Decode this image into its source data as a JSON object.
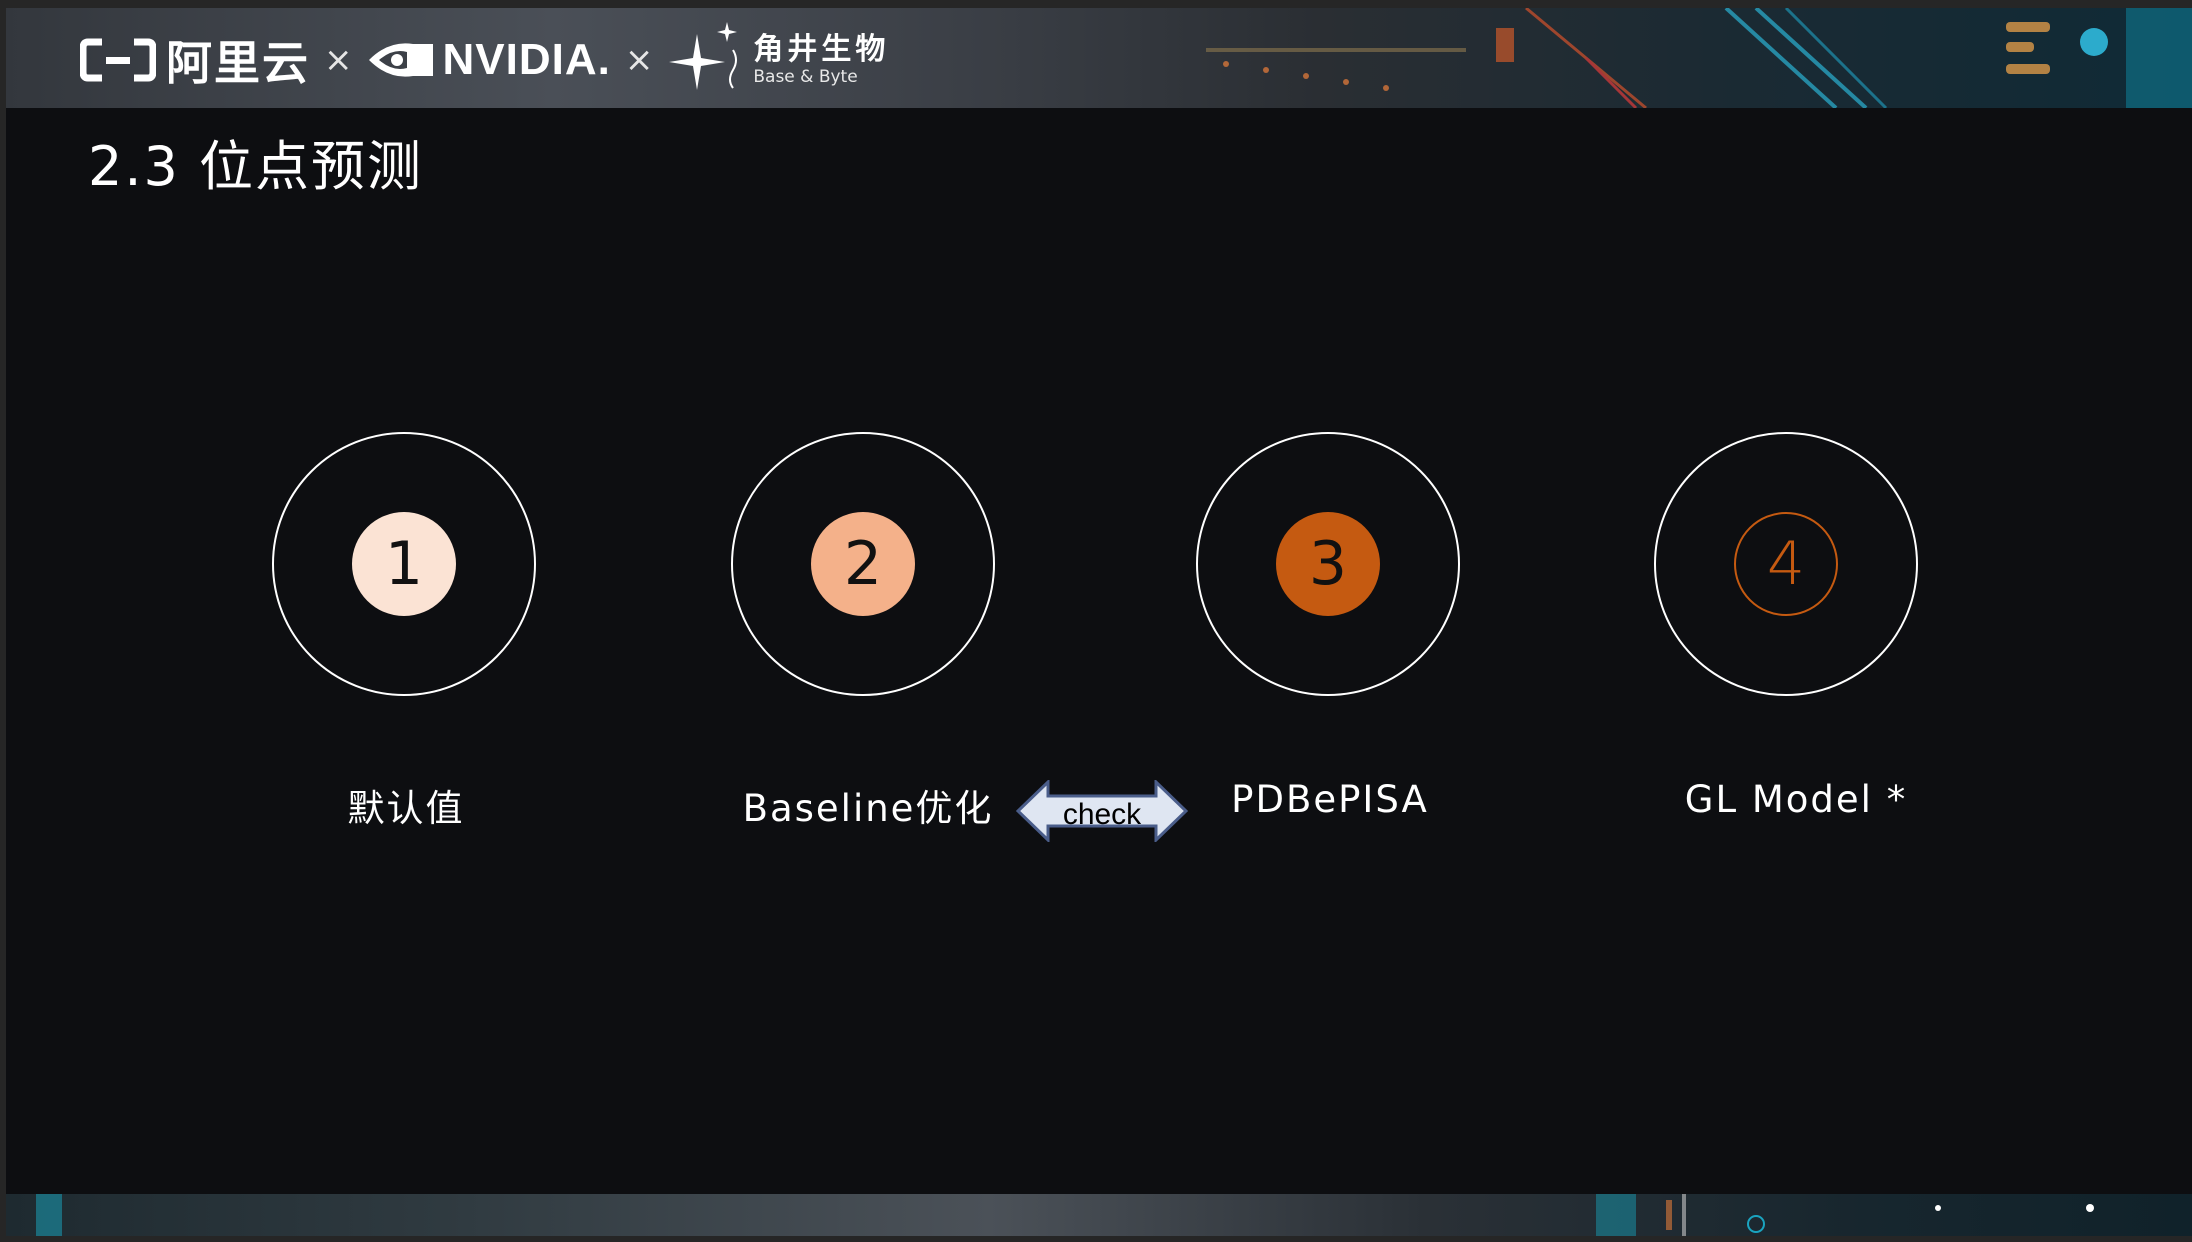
{
  "header": {
    "aliyun_text": "阿里云",
    "separator": "×",
    "nvidia_text": "NVIDIA.",
    "basebyte_cn": "角井生物",
    "basebyte_en": "Base & Byte"
  },
  "slide": {
    "title": "2.3 位点预测"
  },
  "steps": [
    {
      "number": "1",
      "label": "默认值",
      "fill": "#fbe3d4",
      "text_color": "#111111"
    },
    {
      "number": "2",
      "label": "Baseline优化",
      "fill": "#f4b18a",
      "text_color": "#111111"
    },
    {
      "number": "3",
      "label": "PDBePISA",
      "fill": "#c55a11",
      "text_color": "#111111"
    },
    {
      "number": "4",
      "label": "GL Model *",
      "fill": "none",
      "text_color": "#c55a11"
    }
  ],
  "connector": {
    "label": "check"
  },
  "colors": {
    "background": "#0d0e11",
    "accent": "#c55a11"
  }
}
